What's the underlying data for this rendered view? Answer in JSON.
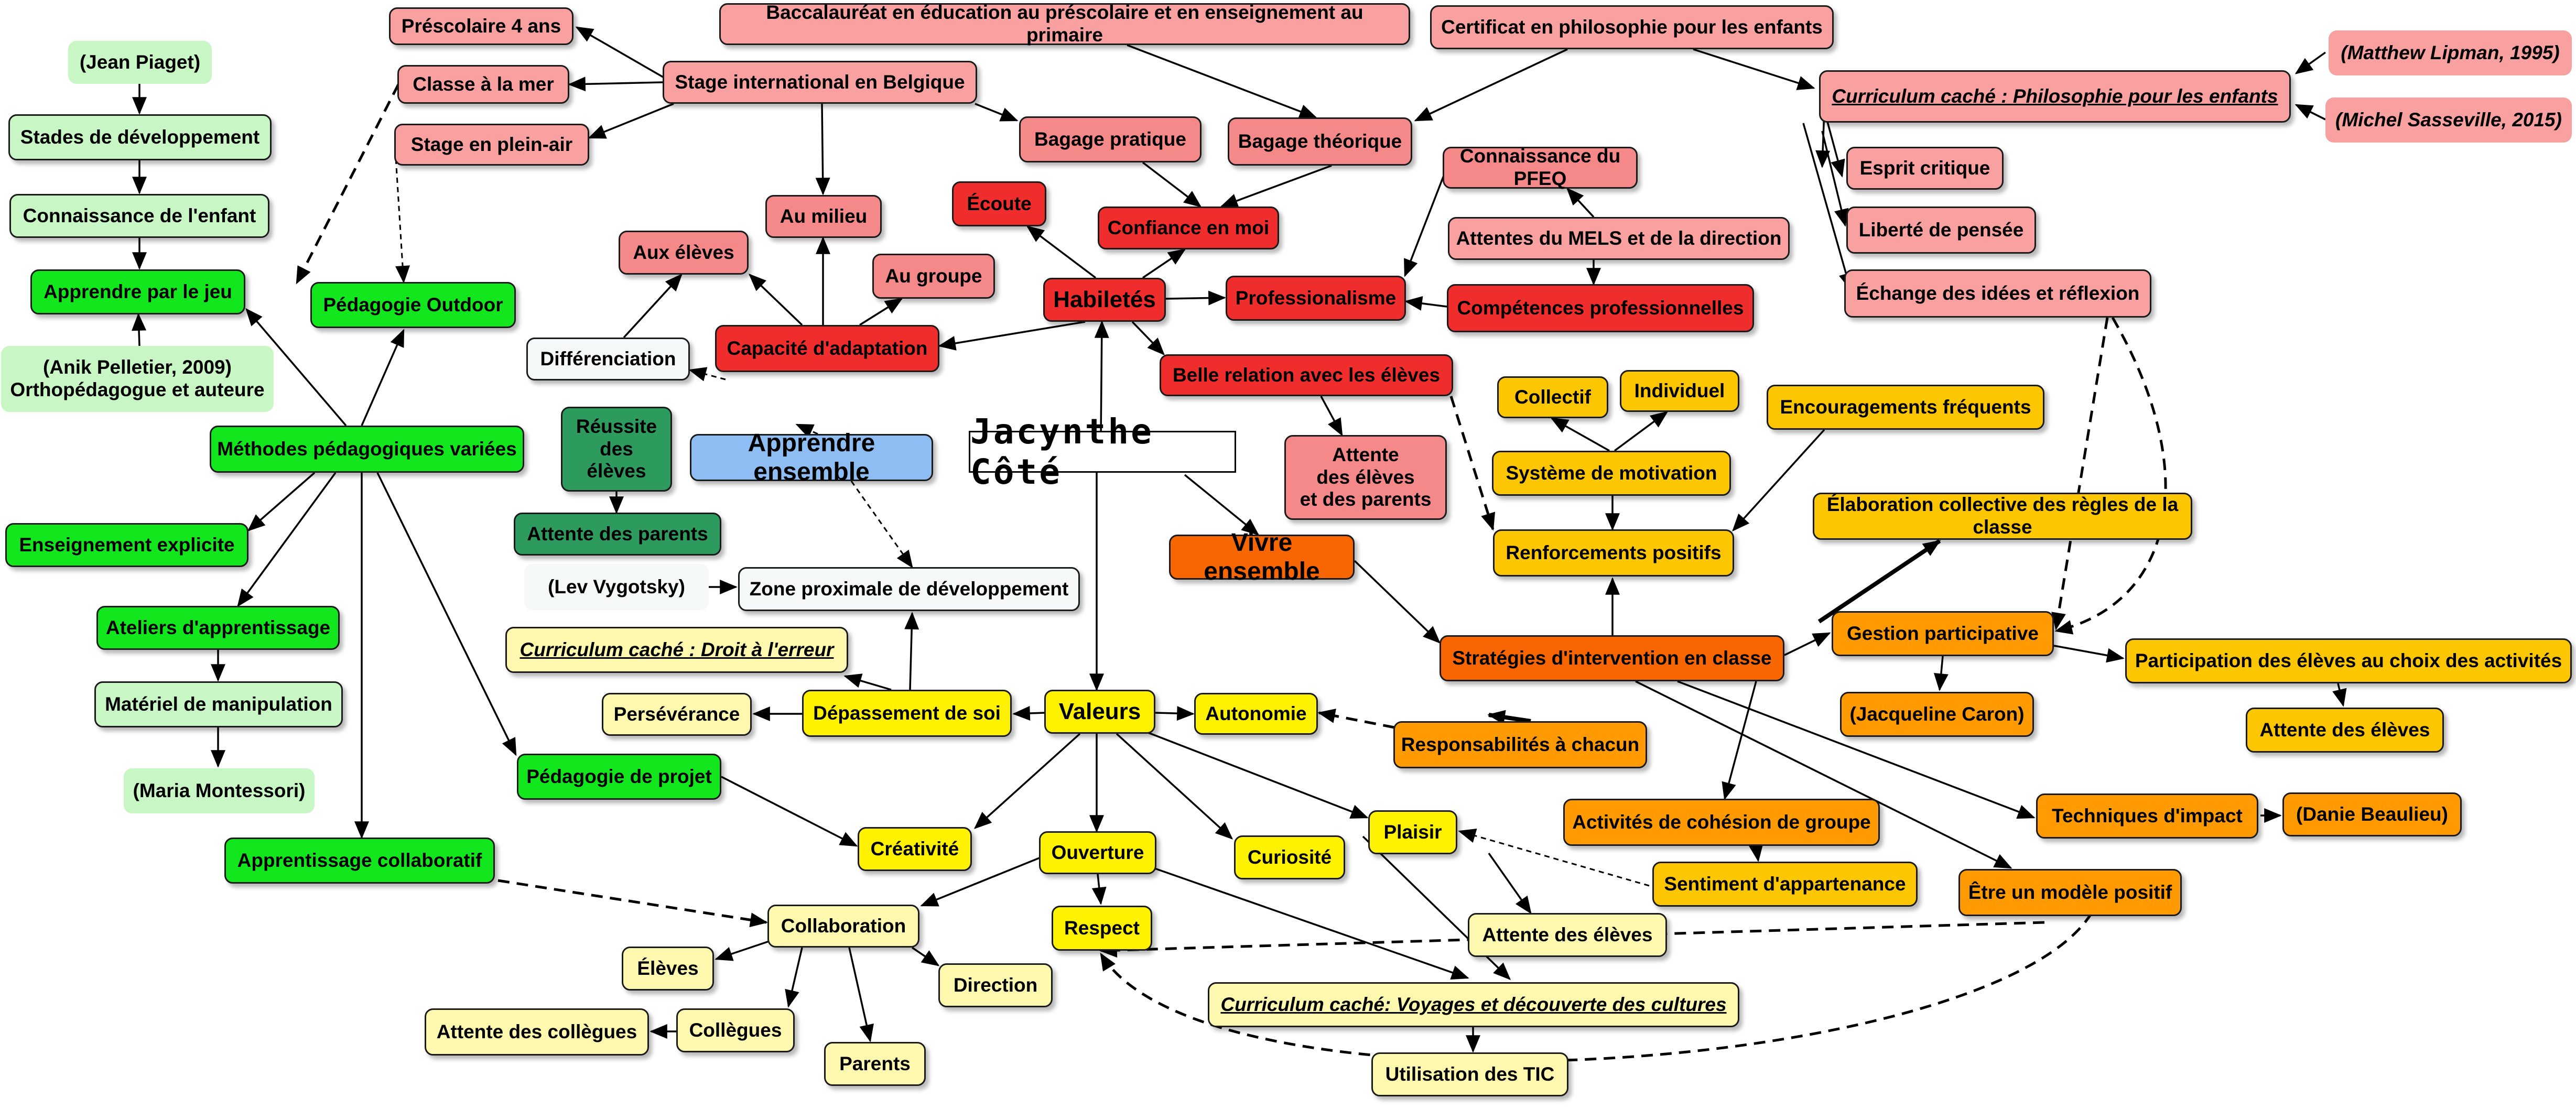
{
  "title": "Jacynthe Côté",
  "palette": {
    "red": "#f02d2d",
    "salmon": "#f5898a",
    "pink": "#f9a0a0",
    "orange": "#f76600",
    "orange2": "#ff9a00",
    "gold": "#fcc600",
    "yellow": "#fff200",
    "paleyellow": "#fff9b0",
    "green": "#12e61d",
    "palegreen": "#c8f7c5",
    "darkgreen": "#2d9a5e",
    "blue": "#8dbdf2",
    "white": "#f4f8f8"
  },
  "nodes": [
    {
      "id": "title",
      "label": "Jacynthe Côté"
    },
    {
      "id": "n1",
      "label": "Préscolaire 4 ans"
    },
    {
      "id": "n2",
      "label": "Baccalauréat en éducation au préscolaire et en enseignement au primaire"
    },
    {
      "id": "n3",
      "label": "Certificat en philosophie pour les enfants"
    },
    {
      "id": "n4",
      "label": "(Matthew Lipman, 1995)"
    },
    {
      "id": "n5",
      "label": "Classe à la mer"
    },
    {
      "id": "n6",
      "label": "Stage international en Belgique"
    },
    {
      "id": "n7",
      "label": "Curriculum caché : Philosophie pour les enfants"
    },
    {
      "id": "n8",
      "label": "(Michel Sasseville, 2015)"
    },
    {
      "id": "n9",
      "label": "Stage en plein-air"
    },
    {
      "id": "n10",
      "label": "Bagage pratique"
    },
    {
      "id": "n11",
      "label": "Bagage théorique"
    },
    {
      "id": "n12",
      "label": "Connaissance du PFEQ"
    },
    {
      "id": "n13",
      "label": "Esprit critique"
    },
    {
      "id": "n14",
      "label": "Écoute"
    },
    {
      "id": "n15",
      "label": "Au milieu"
    },
    {
      "id": "n16",
      "label": "Confiance en moi"
    },
    {
      "id": "n17",
      "label": "Attentes du MELS et de la direction"
    },
    {
      "id": "n18",
      "label": "Liberté de pensée"
    },
    {
      "id": "n19",
      "label": "Aux élèves"
    },
    {
      "id": "n20",
      "label": "Au groupe"
    },
    {
      "id": "n21",
      "label": "Habiletés"
    },
    {
      "id": "n22",
      "label": "Professionalisme"
    },
    {
      "id": "n23",
      "label": "Compétences professionnelles"
    },
    {
      "id": "n24",
      "label": "Échange des idées et réflexion"
    },
    {
      "id": "n25",
      "label": "Différenciation"
    },
    {
      "id": "n26",
      "label": "Capacité d'adaptation"
    },
    {
      "id": "n27",
      "label": "Belle relation avec les élèves"
    },
    {
      "id": "n28",
      "label": "Collectif"
    },
    {
      "id": "n29",
      "label": "Individuel"
    },
    {
      "id": "n30",
      "label": "Encouragements fréquents"
    },
    {
      "id": "n31",
      "label": "Réussite\ndes\nélèves"
    },
    {
      "id": "n32",
      "label": "Apprendre ensemble"
    },
    {
      "id": "n33",
      "label": "Attente\ndes élèves\net des parents"
    },
    {
      "id": "n34",
      "label": "Système de motivation"
    },
    {
      "id": "n35",
      "label": "Élaboration collective des règles de la classe"
    },
    {
      "id": "n36",
      "label": "Attente des parents"
    },
    {
      "id": "n37",
      "label": "Vivre ensemble"
    },
    {
      "id": "n38",
      "label": "Renforcements positifs"
    },
    {
      "id": "n39",
      "label": "(Lev Vygotsky)"
    },
    {
      "id": "n40",
      "label": "Zone proximale de développement"
    },
    {
      "id": "n41",
      "label": "Curriculum caché : Droit à l'erreur"
    },
    {
      "id": "n42",
      "label": "Stratégies d'intervention en classe"
    },
    {
      "id": "n43",
      "label": "Gestion participative"
    },
    {
      "id": "n44",
      "label": "Participation des élèves au choix des activités"
    },
    {
      "id": "n45",
      "label": "Persévérance"
    },
    {
      "id": "n46",
      "label": "Dépassement de soi"
    },
    {
      "id": "n47",
      "label": "Valeurs"
    },
    {
      "id": "n48",
      "label": "Autonomie"
    },
    {
      "id": "n49",
      "label": "(Jacqueline Caron)"
    },
    {
      "id": "n50",
      "label": "Attente des élèves"
    },
    {
      "id": "n51",
      "label": "Responsabilités à chacun"
    },
    {
      "id": "n52",
      "label": "Pédagogie de projet"
    },
    {
      "id": "n53",
      "label": "Techniques d'impact"
    },
    {
      "id": "n54",
      "label": "(Danie Beaulieu)"
    },
    {
      "id": "n55",
      "label": "Activités de cohésion de groupe"
    },
    {
      "id": "n56",
      "label": "Plaisir"
    },
    {
      "id": "n57",
      "label": "Créativité"
    },
    {
      "id": "n58",
      "label": "Ouverture"
    },
    {
      "id": "n59",
      "label": "Curiosité"
    },
    {
      "id": "n60",
      "label": "Sentiment d'appartenance"
    },
    {
      "id": "n61",
      "label": "Être un modèle positif"
    },
    {
      "id": "n62",
      "label": "Apprentissage collaboratif"
    },
    {
      "id": "n63",
      "label": "Collaboration"
    },
    {
      "id": "n64",
      "label": "Respect"
    },
    {
      "id": "n65",
      "label": "Attente des élèves"
    },
    {
      "id": "n66",
      "label": "Élèves"
    },
    {
      "id": "n67",
      "label": "Direction"
    },
    {
      "id": "n68",
      "label": "Curriculum caché: Voyages et découverte des cultures"
    },
    {
      "id": "n69",
      "label": "Attente des collègues"
    },
    {
      "id": "n70",
      "label": "Collègues"
    },
    {
      "id": "n71",
      "label": "Parents"
    },
    {
      "id": "n72",
      "label": "Utilisation des TIC"
    },
    {
      "id": "n73",
      "label": "(Jean Piaget)"
    },
    {
      "id": "n74",
      "label": "Stades de développement"
    },
    {
      "id": "n75",
      "label": "Connaissance de l'enfant"
    },
    {
      "id": "n76",
      "label": "Apprendre par le jeu"
    },
    {
      "id": "n77",
      "label": "Pédagogie Outdoor"
    },
    {
      "id": "n78",
      "label": "(Anik Pelletier, 2009)\nOrthopédagogue et auteure"
    },
    {
      "id": "n79",
      "label": "Méthodes pédagogiques variées"
    },
    {
      "id": "n80",
      "label": "Enseignement explicite"
    },
    {
      "id": "n81",
      "label": "Ateliers d'apprentissage"
    },
    {
      "id": "n82",
      "label": "Matériel de manipulation"
    },
    {
      "id": "n83",
      "label": "(Maria Montessori)"
    }
  ]
}
